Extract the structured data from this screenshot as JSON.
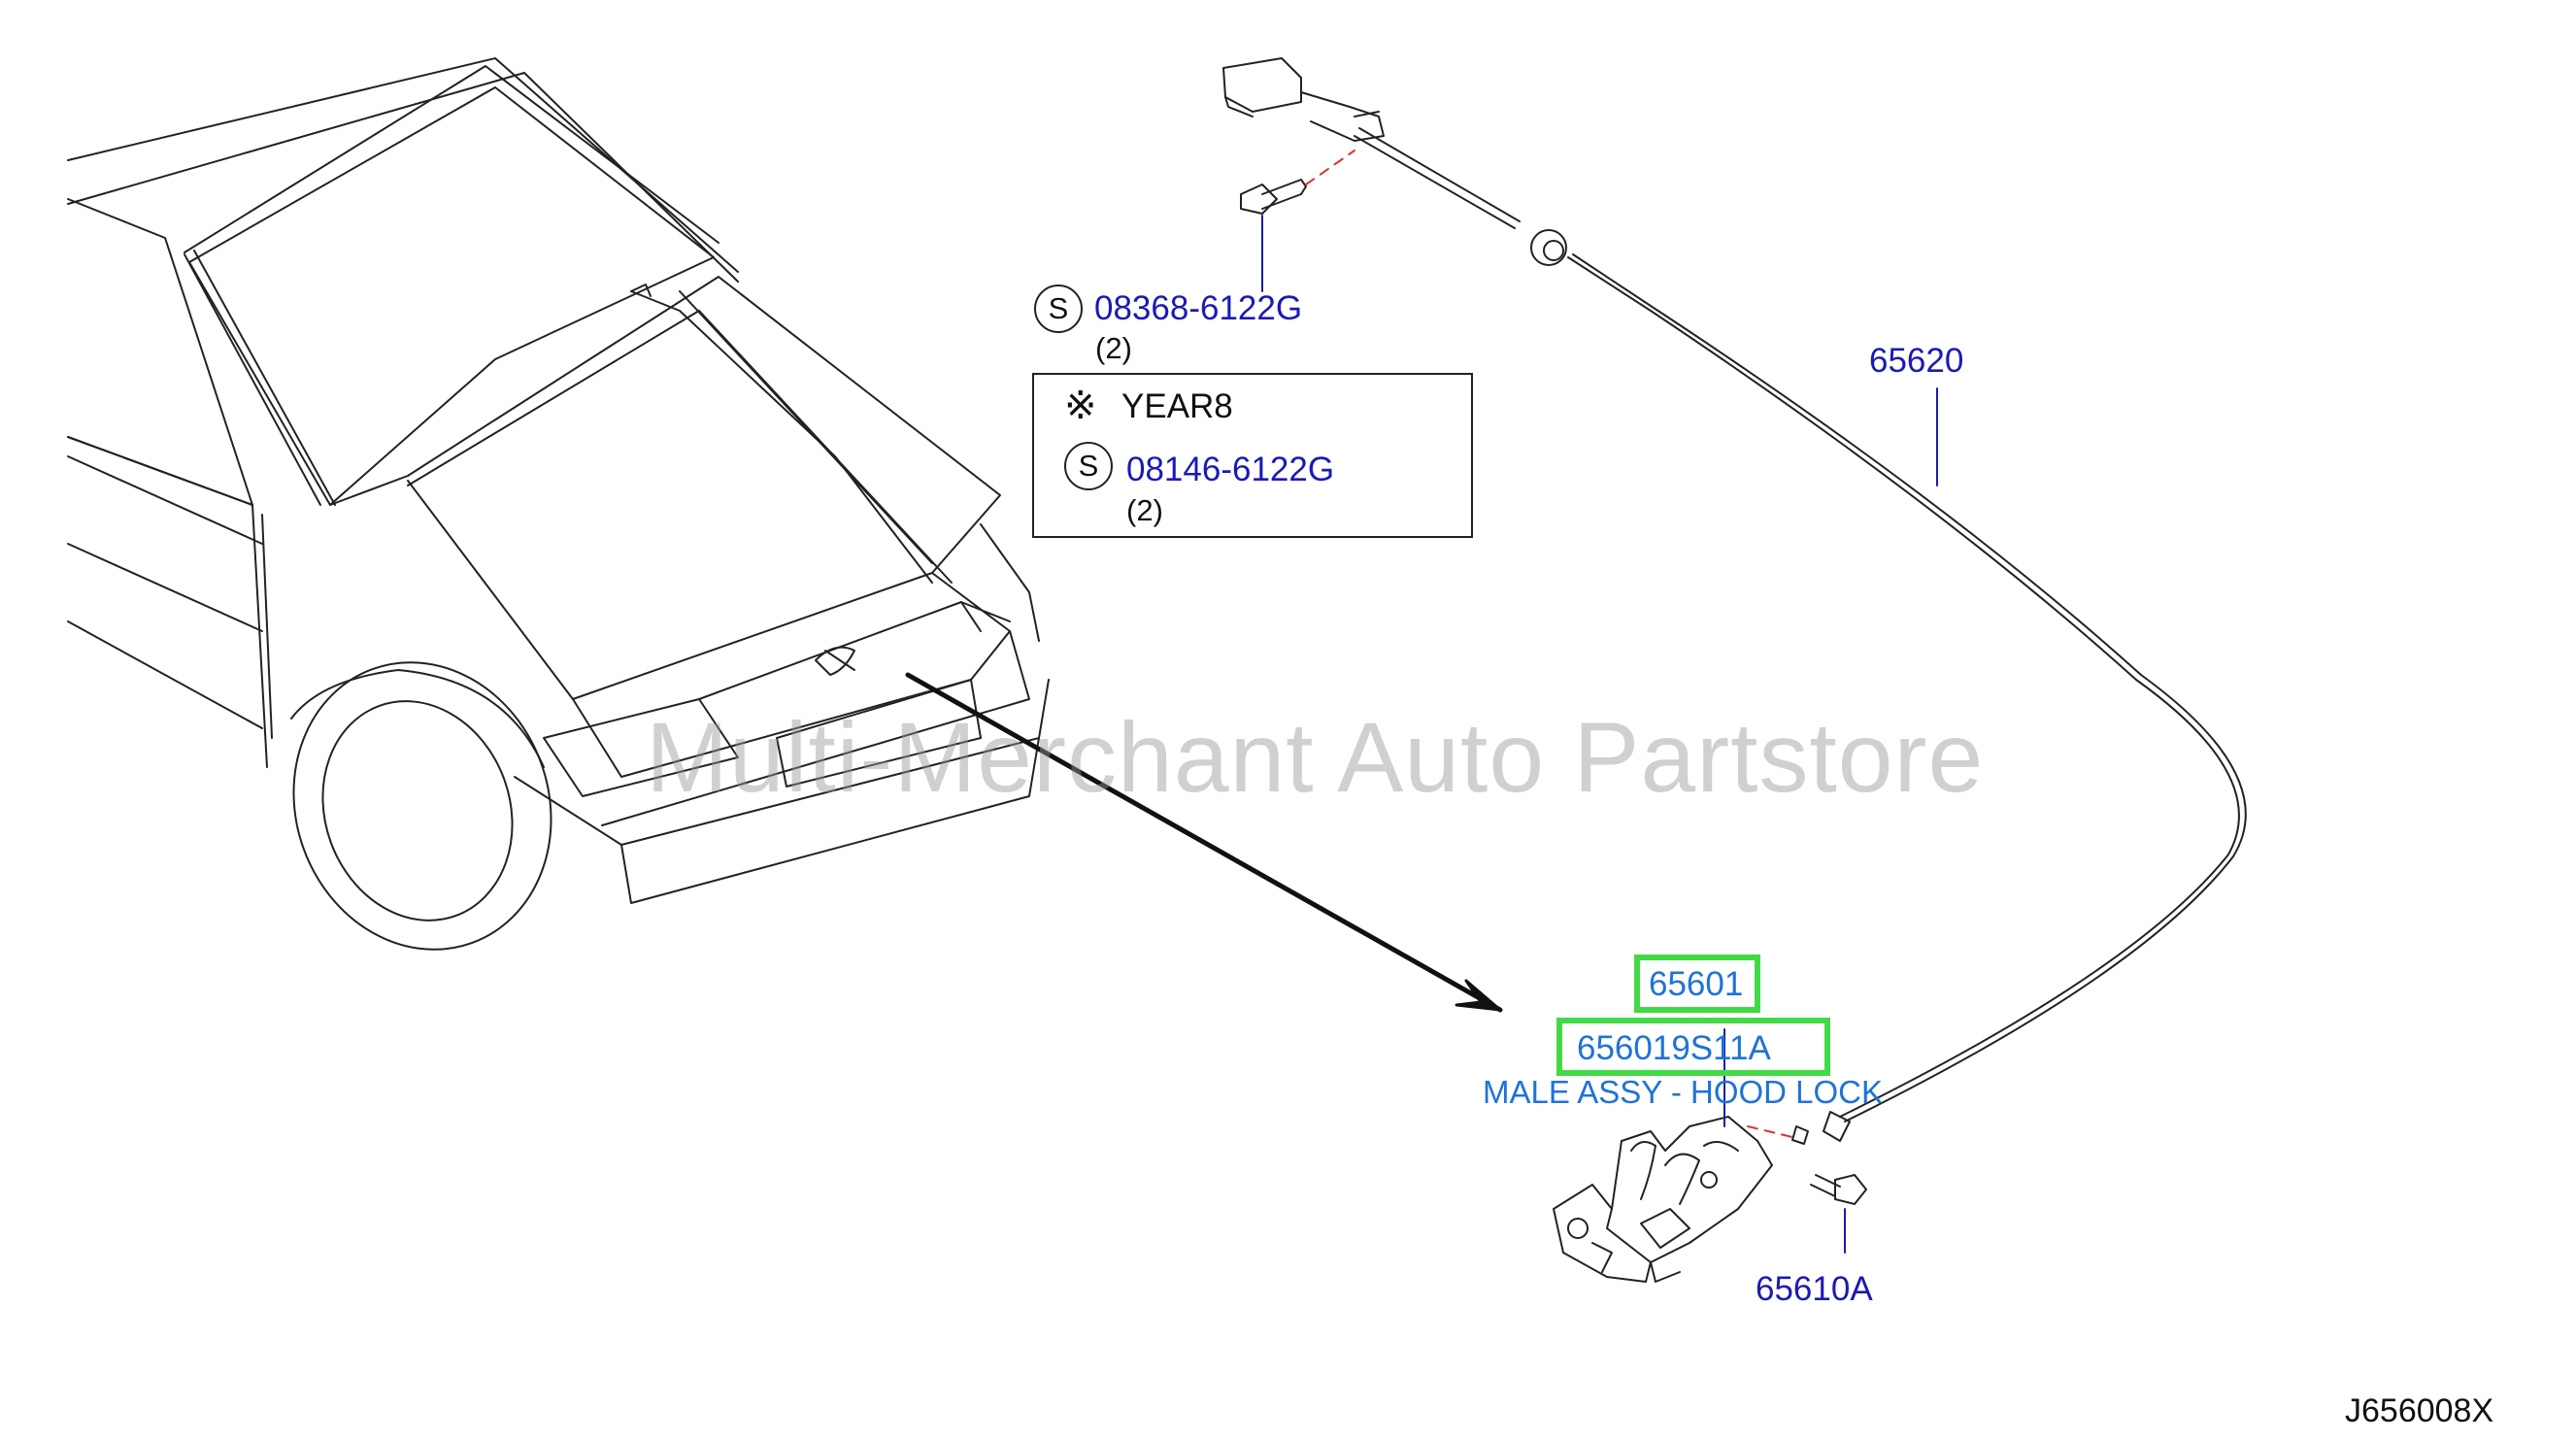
{
  "diagram": {
    "labels": {
      "cable_part": "65620",
      "screw_part": "08368-6122G",
      "screw_qty": "(2)",
      "note_year": "YEAR8",
      "note_part": "08146-6122G",
      "note_qty": "(2)",
      "lock_part": "65601",
      "lock_part_full": "656019S11A",
      "lock_desc": "MALE ASSY - HOOD LOCK",
      "bolt_part": "65610A",
      "drawing_id": "J656008X",
      "watermark": "Multi-Merchant Auto Partstore",
      "s_symbol": "S",
      "note_symbol": "※"
    },
    "colors": {
      "part_number": "#1a1ab5",
      "description": "#1f73d6",
      "highlight": "#43d946",
      "leader_red": "#e03030"
    }
  }
}
